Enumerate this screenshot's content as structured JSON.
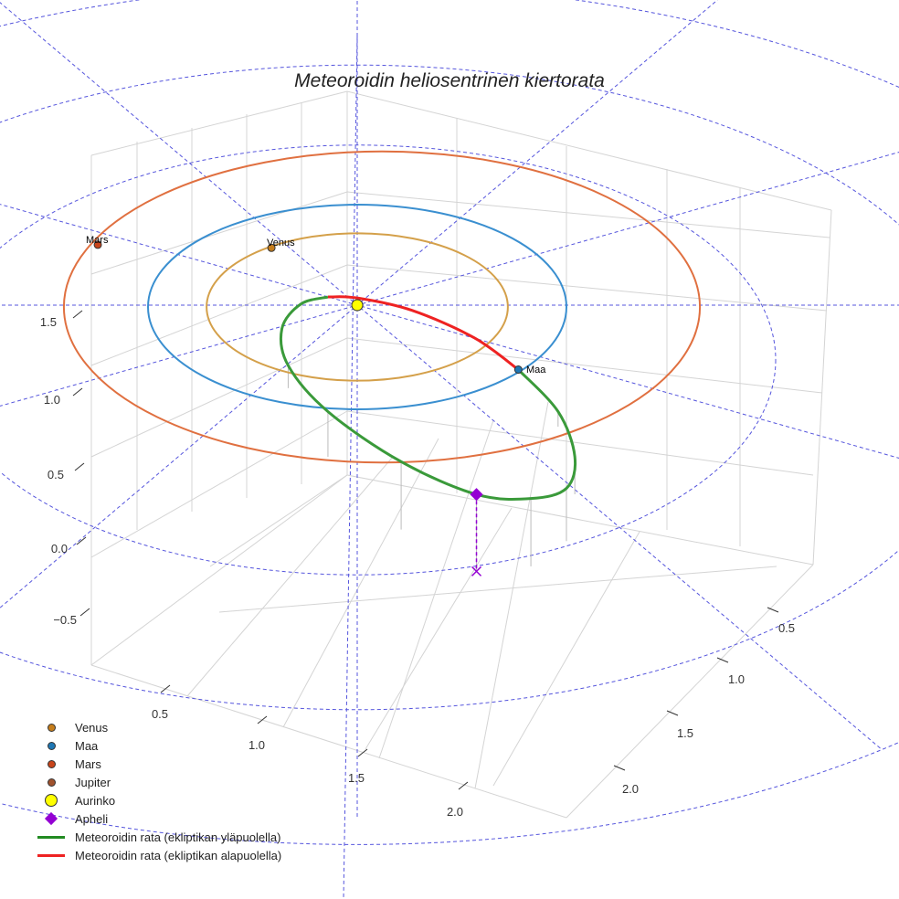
{
  "chart_data": {
    "type": "line",
    "projection": "3d",
    "title": "Meteoroidin heliosentrinen kiertorata",
    "x_ticks": [
      "0.5",
      "1.0",
      "1.5",
      "2.0"
    ],
    "y_ticks": [
      "0.5",
      "1.0",
      "1.5",
      "2.0"
    ],
    "z_ticks": [
      "1.5",
      "1.0",
      "0.5",
      "0.0",
      "−0.5"
    ],
    "grid": true,
    "legend_position": "bottom-left",
    "orbits": [
      {
        "name": "Venus",
        "radius": 0.72,
        "color": "#d4a04a"
      },
      {
        "name": "Maa",
        "radius": 1.0,
        "color": "#3a8fd0"
      },
      {
        "name": "Mars",
        "radius": 1.52,
        "color": "#e07040"
      }
    ],
    "planets": [
      {
        "name": "Venus",
        "x": -0.41,
        "y": 0.56,
        "color": "#c57d1b"
      },
      {
        "name": "Maa",
        "x": 0.77,
        "y": -0.63,
        "color": "#1f77b4"
      },
      {
        "name": "Mars",
        "x": -1.24,
        "y": 0.59,
        "color": "#c8441a"
      }
    ],
    "sun": {
      "name": "Aurinko",
      "x": 0,
      "y": 0,
      "color": "#ffff00"
    },
    "meteoroid_below": {
      "color": "#ee2222",
      "points": [
        [
          -0.14,
          0.08,
          0
        ],
        [
          0,
          0.07,
          0
        ],
        [
          0.26,
          -0.05,
          0
        ],
        [
          0.56,
          -0.32,
          0
        ],
        [
          0.77,
          -0.63,
          0
        ]
      ]
    },
    "meteoroid_above": {
      "color": "#3a9a3a",
      "points": [
        [
          0.77,
          -0.63,
          0
        ],
        [
          0.96,
          -1.04,
          0.1
        ],
        [
          1.04,
          -1.48,
          0.25
        ],
        [
          1.0,
          -1.79,
          0.35
        ],
        [
          0.83,
          -1.89,
          0.45
        ],
        [
          0.57,
          -1.85,
          0.51
        ],
        [
          0.21,
          -1.53,
          0.45
        ],
        [
          -0.14,
          -1.04,
          0.3
        ],
        [
          -0.33,
          -0.59,
          0.15
        ],
        [
          -0.36,
          -0.23,
          0.05
        ],
        [
          -0.27,
          0.01,
          0.01
        ],
        [
          -0.14,
          0.08,
          0
        ]
      ]
    },
    "aphelion": {
      "x": 0.57,
      "y": -1.85,
      "z": 0.51,
      "color": "#9400d3"
    },
    "reference_grid_radii": [
      2,
      3,
      4
    ],
    "legend": [
      {
        "label": "Venus",
        "symbol": "dot",
        "color": "#c57d1b"
      },
      {
        "label": "Maa",
        "symbol": "dot",
        "color": "#1f77b4"
      },
      {
        "label": "Mars",
        "symbol": "dot",
        "color": "#c8441a"
      },
      {
        "label": "Jupiter",
        "symbol": "dot",
        "color": "#a0522d"
      },
      {
        "label": "Aurinko",
        "symbol": "bigdot",
        "color": "#ffff00"
      },
      {
        "label": "Apheli",
        "symbol": "diamond",
        "color": "#9400d3"
      },
      {
        "label": "Meteoroidin rata (ekliptikan yläpuolella)",
        "symbol": "line",
        "color": "#228b22"
      },
      {
        "label": "Meteoroidin rata (ekliptikan alapuolella)",
        "symbol": "line",
        "color": "#ee2222"
      }
    ]
  }
}
